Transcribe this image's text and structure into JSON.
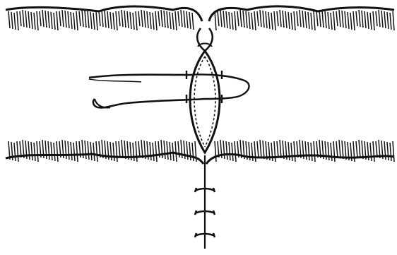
{
  "figure": {
    "subject": "intestinal-suture-diagram",
    "colors": {
      "ink": "#111111",
      "background": "#ffffff"
    },
    "elements": {
      "upper_wall": "hatched-bowel-wall",
      "lower_wall": "hatched-bowel-wall",
      "incision": "lens-shaped-opening-with-running-stitches",
      "needle": "curved-needle-with-thread",
      "interrupted_sutures": 3
    }
  }
}
